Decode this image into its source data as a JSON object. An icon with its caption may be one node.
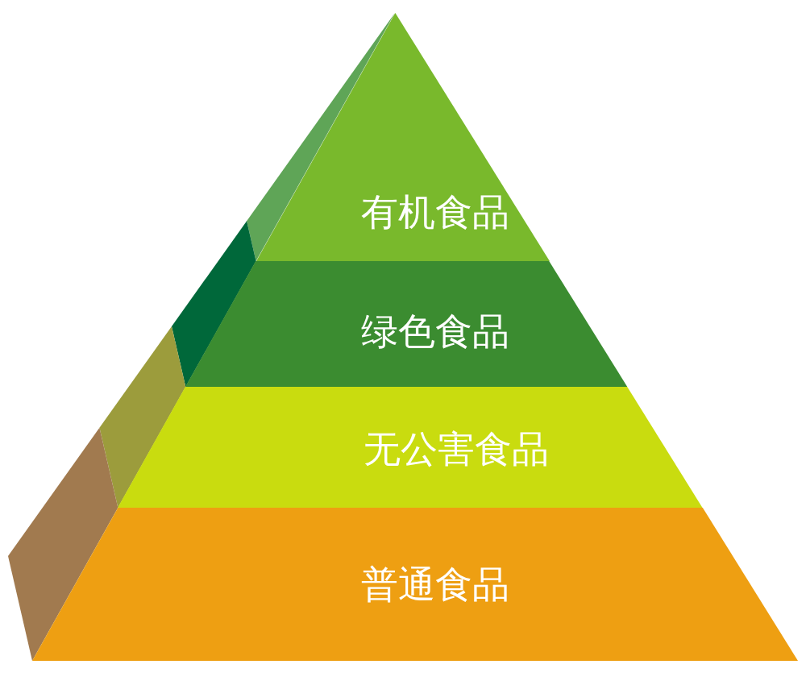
{
  "diagram": {
    "nodes": [
      {
        "text": [
          "有机食品"
        ]
      },
      {
        "text": [
          "绿色食品"
        ]
      },
      {
        "text": [
          "无公害食品"
        ]
      },
      {
        "text": [
          "普通食品"
        ]
      }
    ]
  }
}
